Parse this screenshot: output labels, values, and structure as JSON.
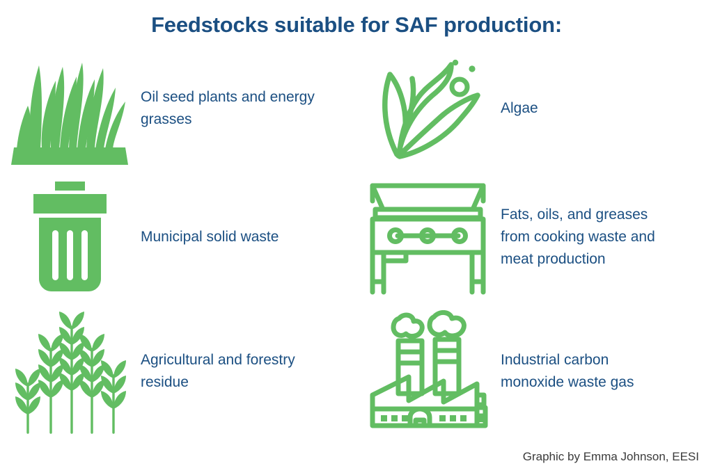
{
  "title": "Feedstocks suitable for SAF production:",
  "credit": "Graphic by Emma Johnson, EESI",
  "colors": {
    "title_blue": "#1b4f82",
    "label_blue": "#1b4f82",
    "icon_green": "#62bd62",
    "credit_gray": "#3a3a3a",
    "background": "#ffffff"
  },
  "items": [
    {
      "icon": "grass-icon",
      "label": "Oil seed plants and energy grasses"
    },
    {
      "icon": "algae-icon",
      "label": "Algae"
    },
    {
      "icon": "trash-can-icon",
      "label": "Municipal solid waste"
    },
    {
      "icon": "grill-fryer-icon",
      "label": "Fats, oils, and greases from cooking waste and meat production"
    },
    {
      "icon": "wheat-icon",
      "label": "Agricultural and forestry residue"
    },
    {
      "icon": "factory-icon",
      "label": "Industrial carbon monoxide waste gas"
    }
  ]
}
